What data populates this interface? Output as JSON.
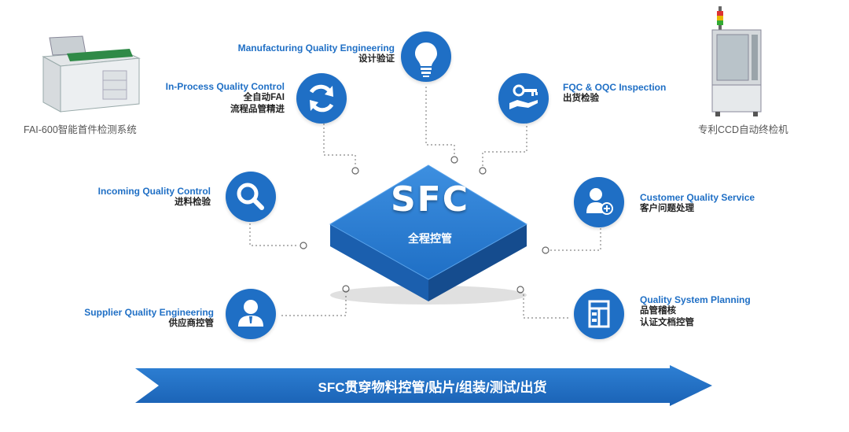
{
  "colors": {
    "brand_blue": "#1f6fc5",
    "dark_blue": "#174f96",
    "connector": "#888888"
  },
  "center": {
    "title": "SFC",
    "subtitle": "全程控管"
  },
  "machines": {
    "left_caption": "FAI-600智能首件检测系统",
    "right_caption": "专利CCD自动终检机"
  },
  "nodes": {
    "mqe": {
      "en": "Manufacturing Quality Engineering",
      "zh": [
        "设计验证"
      ],
      "icon": "lightbulb-icon"
    },
    "ipqc": {
      "en": "In-Process Quality Control",
      "zh": [
        "全自动FAI",
        "流程品管精进"
      ],
      "icon": "refresh-icon"
    },
    "fqc": {
      "en": "FQC & OQC Inspection",
      "zh": [
        "出货检验"
      ],
      "icon": "hand-key-icon"
    },
    "iqc": {
      "en": "Incoming Quality Control",
      "zh": [
        "进料检验"
      ],
      "icon": "search-icon"
    },
    "cqs": {
      "en": "Customer Quality Service",
      "zh": [
        "客户问题处理"
      ],
      "icon": "user-plus-icon"
    },
    "sqe": {
      "en": "Supplier Quality Engineering",
      "zh": [
        "供应商控管"
      ],
      "icon": "user-icon"
    },
    "qsp": {
      "en": "Quality System Planning",
      "zh": [
        "品管稽核",
        "认证文档控管"
      ],
      "icon": "form-icon"
    }
  },
  "banner": {
    "text": "SFC贯穿物料控管/贴片/组装/测试/出货"
  }
}
